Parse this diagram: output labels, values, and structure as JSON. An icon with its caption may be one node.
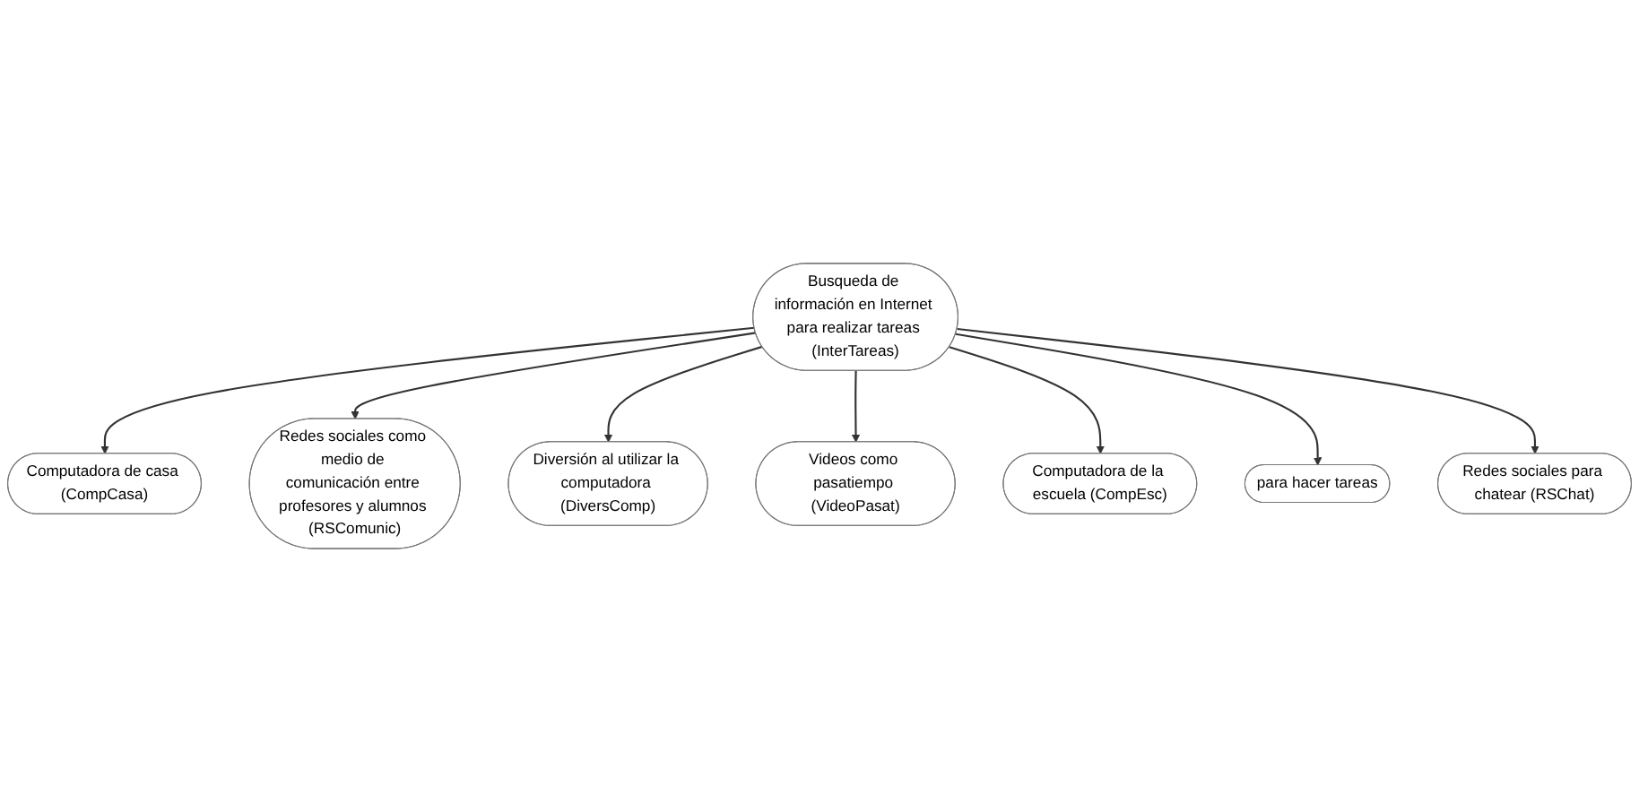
{
  "diagram": {
    "nodes": [
      {
        "text": [
          "Busqueda de información en Internet para realizar tareas (InterTareas)"
        ]
      },
      {
        "text": [
          "Computadora de casa (CompCasa)"
        ]
      },
      {
        "text": [
          "Redes sociales como medio de comunicación entre profesores y alumnos (RSComunic)"
        ]
      },
      {
        "text": [
          "Diversión al utilizar la computadora (DiversComp)"
        ]
      },
      {
        "text": [
          "Videos como pasatiempo (VideoPasat)"
        ]
      },
      {
        "text": [
          "Computadora de la escuela (CompEsc)"
        ]
      },
      {
        "text": [
          "para hacer tareas"
        ]
      },
      {
        "text": [
          "Redes sociales para chatear (RSChat)"
        ]
      }
    ],
    "edges": [
      {
        "from": 0,
        "to": 1,
        "arrow": "to"
      },
      {
        "from": 0,
        "to": 2,
        "arrow": "to"
      },
      {
        "from": 0,
        "to": 3,
        "arrow": "to"
      },
      {
        "from": 0,
        "to": 4,
        "arrow": "to"
      },
      {
        "from": 0,
        "to": 5,
        "arrow": "to"
      },
      {
        "from": 0,
        "to": 6,
        "arrow": "to"
      },
      {
        "from": 0,
        "to": 7,
        "arrow": "to"
      }
    ]
  }
}
